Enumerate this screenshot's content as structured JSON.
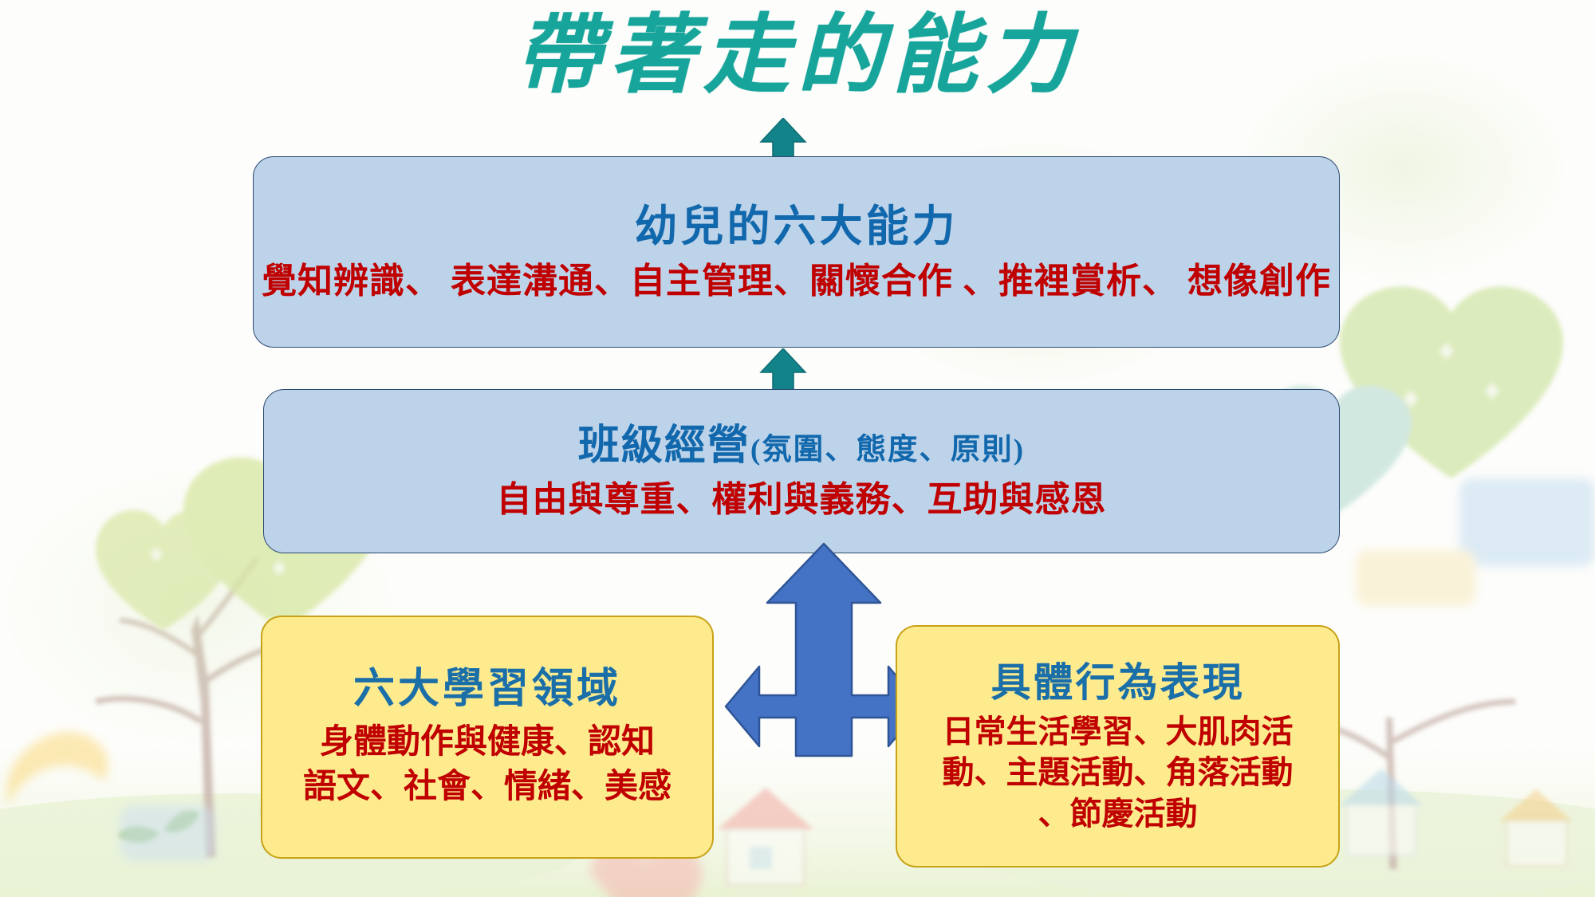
{
  "slide": {
    "title": "帶著走的能力",
    "title_color": "#17a59b",
    "background_color": "#fdfdfb"
  },
  "boxes": {
    "competencies": {
      "heading": "幼兒的六大能力",
      "body": "覺知辨識、 表達溝通、自主管理、關懷合作 、推裡賞析、 想像創作",
      "fill_color": "#bdd3e9",
      "border_color": "#2b4a72",
      "heading_color": "#1268ad",
      "body_color": "#c00000"
    },
    "classroom": {
      "heading_main": "班級經營",
      "heading_paren": "(氛圍、態度、原則)",
      "body": "自由與尊重、權利與義務、互助與感恩",
      "fill_color": "#bdd3e9",
      "border_color": "#2b4a72",
      "heading_color": "#1268ad",
      "body_color": "#c00000"
    },
    "domains": {
      "heading": "六大學習領域",
      "body_line1": "身體動作與健康、認知",
      "body_line2": "語文、社會、情緒、美感",
      "fill_color": "#fdeb8e",
      "border_color": "#c8a217",
      "heading_color": "#1b6fa8",
      "body_color": "#c00000"
    },
    "behaviors": {
      "heading": "具體行為表現",
      "body_line1": "日常生活學習、大肌肉活",
      "body_line2": "動、主題活動、角落活動",
      "body_line3": "、節慶活動",
      "fill_color": "#fdeb8e",
      "border_color": "#c8a217",
      "heading_color": "#1b6fa8",
      "body_color": "#c00000"
    }
  },
  "arrows": {
    "top": {
      "name": "up-arrow-to-title",
      "color": "#13838a",
      "direction": "up"
    },
    "middle": {
      "name": "up-arrow-to-competencies",
      "color": "#13838a",
      "direction": "up"
    },
    "tri": {
      "name": "tri-directional-arrow",
      "color": "#4472c4",
      "direction": "up-left-right"
    }
  }
}
